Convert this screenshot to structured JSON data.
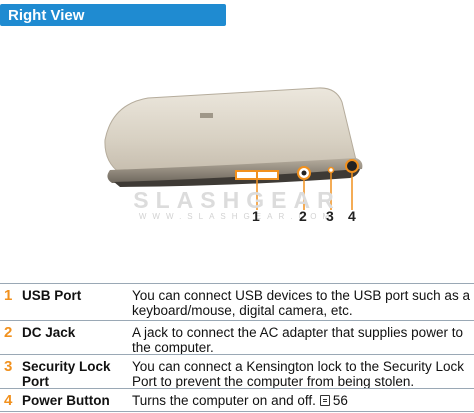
{
  "header": {
    "title": "Right View"
  },
  "figure": {
    "watermark": "SLASHGEAR",
    "watermark_sub": "WWW.SLASHGEAR.COM",
    "callouts": [
      "1",
      "2",
      "3",
      "4"
    ]
  },
  "parts": [
    {
      "num": "1",
      "name": "USB Port",
      "desc": "You can connect USB devices to the USB port such as a keyboard/mouse, digital camera, etc."
    },
    {
      "num": "2",
      "name": "DC Jack",
      "desc": "A jack to connect the AC adapter that supplies power to the computer."
    },
    {
      "num": "3",
      "name": "Security Lock Port",
      "desc": "You can connect a Kensington lock to the Security Lock Port to prevent the computer from being stolen."
    },
    {
      "num": "4",
      "name": "Power Button",
      "desc": "Turns the computer on and off.",
      "page_ref": "56"
    }
  ],
  "colors": {
    "header": "#1f8bd1",
    "number": "#f1911e",
    "callout_circle": "#f1911e"
  }
}
